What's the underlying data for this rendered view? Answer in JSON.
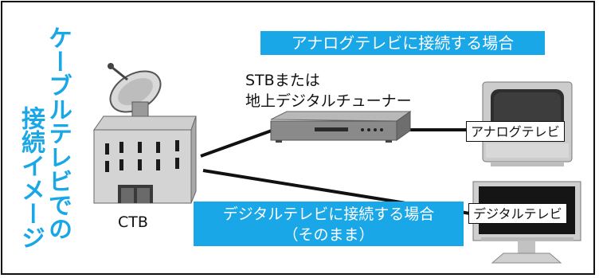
{
  "title_col1": "ケーブルテレビでの",
  "title_col2": "接続イメージ",
  "analog_banner": "アナログテレビに接続する場合",
  "stb_label_line1": "STBまたは",
  "stb_label_line2": "地上デジタルチューナー",
  "ctb_label": "CTB",
  "analog_tv_label": "アナログテレビ",
  "digital_tv_label": "デジタルテレビ",
  "digital_banner_line1": "デジタルテレビに接続する場合",
  "digital_banner_line2": "（そのまま）",
  "colors": {
    "accent": "#1aa7e8",
    "line": "#111111"
  }
}
